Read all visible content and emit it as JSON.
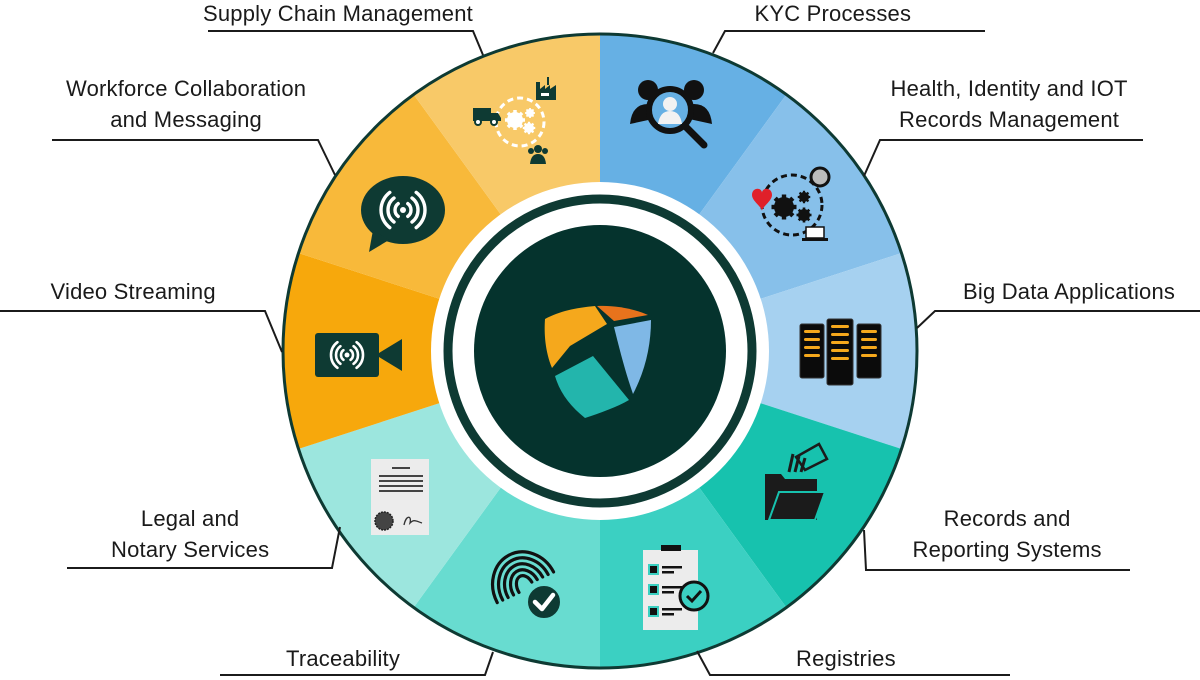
{
  "title": "Blockchain Use Cases",
  "center_logo": {
    "name": "shield-logo",
    "colors": {
      "top_left": "#F5A81C",
      "top_right": "#E8731C",
      "right": "#7FB8E6",
      "bottom": "#23B5AC",
      "background": "#05332D"
    }
  },
  "ring_colors": {
    "outline": "#0E3A33",
    "inner_disk": "#05332D",
    "white": "#FFFFFF"
  },
  "segments": [
    {
      "id": "kyc",
      "lines": [
        "KYC Processes"
      ],
      "color": "#66B0E4",
      "icon": "user-search-icon"
    },
    {
      "id": "health",
      "lines": [
        "Health, Identity and IOT",
        "Records Management"
      ],
      "color": "#87C0EA",
      "icon": "health-iot-gears-icon"
    },
    {
      "id": "bigdata",
      "lines": [
        "Big Data Applications"
      ],
      "color": "#A6D1F0",
      "icon": "server-rack-icon"
    },
    {
      "id": "records",
      "lines": [
        "Records and",
        "Reporting Systems"
      ],
      "color": "#17C2AE",
      "icon": "folder-documents-icon"
    },
    {
      "id": "registries",
      "lines": [
        "Registries"
      ],
      "color": "#3BD0C2",
      "icon": "checklist-clipboard-icon"
    },
    {
      "id": "traceability",
      "lines": [
        "Traceability"
      ],
      "color": "#68DCD0",
      "icon": "fingerprint-check-icon"
    },
    {
      "id": "legal",
      "lines": [
        "Legal and",
        "Notary Services"
      ],
      "color": "#9CE6DE",
      "icon": "notary-document-icon"
    },
    {
      "id": "video",
      "lines": [
        "Video Streaming"
      ],
      "color": "#F7A80C",
      "icon": "video-camera-broadcast-icon"
    },
    {
      "id": "workforce",
      "lines": [
        "Workforce Collaboration",
        "and Messaging"
      ],
      "color": "#F8B93A",
      "icon": "chat-broadcast-icon"
    },
    {
      "id": "supply",
      "lines": [
        "Supply Chain Management"
      ],
      "color": "#F8C968",
      "icon": "supply-chain-icon"
    }
  ]
}
